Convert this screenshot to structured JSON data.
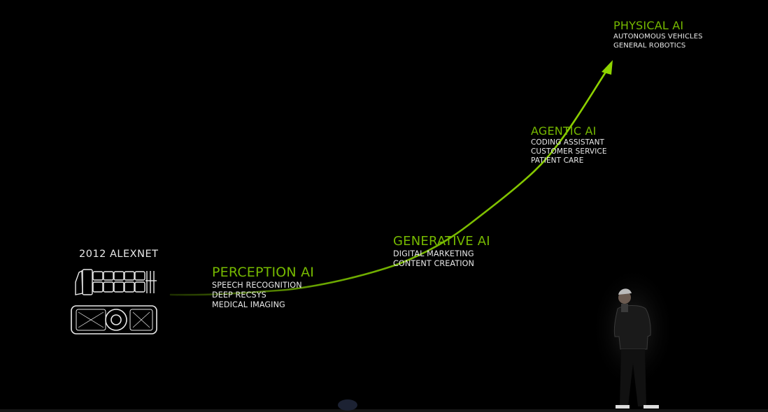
{
  "colors": {
    "background": "#000000",
    "accent_green": "#76b900",
    "text": "#e8e8e8"
  },
  "origin": {
    "label": "2012 ALEXNET",
    "icons": [
      "gpu-board-icon",
      "graphics-card-icon"
    ]
  },
  "stages": [
    {
      "title": "PERCEPTION AI",
      "items": [
        "SPEECH RECOGNITION",
        "DEEP RECSYS",
        "MEDICAL IMAGING"
      ]
    },
    {
      "title": "GENERATIVE AI",
      "items": [
        "DIGITAL MARKETING",
        "CONTENT CREATION"
      ]
    },
    {
      "title": "AGENTIC AI",
      "items": [
        "CODING ASSISTANT",
        "CUSTOMER SERVICE",
        "PATIENT CARE"
      ]
    },
    {
      "title": "PHYSICAL AI",
      "items": [
        "AUTONOMOUS VEHICLES",
        "GENERAL ROBOTICS"
      ]
    }
  ],
  "curve": {
    "style": "arrow",
    "color": "#76b900"
  }
}
